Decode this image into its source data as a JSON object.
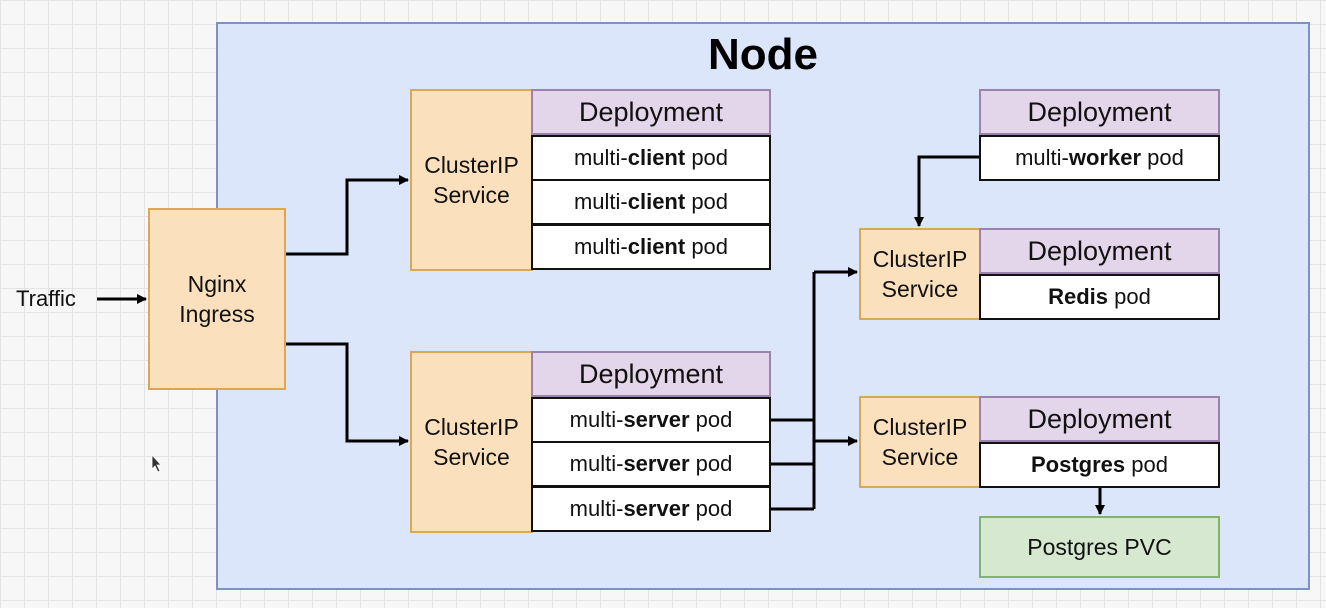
{
  "node": {
    "title": "Node"
  },
  "traffic": {
    "label": "Traffic"
  },
  "ingress": {
    "label": "Nginx\nIngress"
  },
  "client_group": {
    "service_label": "ClusterIP\nService",
    "deployment_label": "Deployment",
    "pods": [
      {
        "prefix": "multi-",
        "name": "client",
        "suffix": " pod"
      },
      {
        "prefix": "multi-",
        "name": "client",
        "suffix": " pod"
      },
      {
        "prefix": "multi-",
        "name": "client",
        "suffix": " pod"
      }
    ]
  },
  "server_group": {
    "service_label": "ClusterIP\nService",
    "deployment_label": "Deployment",
    "pods": [
      {
        "prefix": "multi-",
        "name": "server",
        "suffix": " pod"
      },
      {
        "prefix": "multi-",
        "name": "server",
        "suffix": " pod"
      },
      {
        "prefix": "multi-",
        "name": "server",
        "suffix": " pod"
      }
    ]
  },
  "worker_group": {
    "deployment_label": "Deployment",
    "pods": [
      {
        "prefix": "multi-",
        "name": "worker",
        "suffix": " pod"
      }
    ]
  },
  "redis_group": {
    "service_label": "ClusterIP\nService",
    "deployment_label": "Deployment",
    "pods": [
      {
        "prefix": "",
        "name": "Redis",
        "suffix": " pod"
      }
    ]
  },
  "postgres_group": {
    "service_label": "ClusterIP\nService",
    "deployment_label": "Deployment",
    "pods": [
      {
        "prefix": "",
        "name": "Postgres",
        "suffix": " pod"
      }
    ]
  },
  "pvc": {
    "label": "Postgres PVC"
  },
  "colors": {
    "node_fill": "#dbe6fb",
    "node_border": "#7a93c4",
    "service_fill": "#fbe0bd",
    "service_border": "#dca653",
    "deployment_fill": "#e3d6ea",
    "deployment_border": "#9a84ad",
    "pvc_fill": "#d6e8d0",
    "pvc_border": "#82b366"
  }
}
